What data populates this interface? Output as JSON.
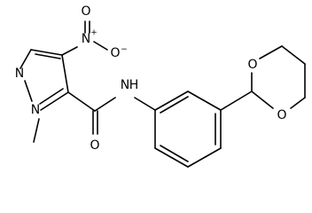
{
  "molecule": {
    "atoms": {
      "n1": "N",
      "n2": "N",
      "n_nitro": "N",
      "o_nitro_top": "O",
      "o_nitro_right": "O",
      "nh": "N",
      "h_amide": "H",
      "o_carbonyl": "O",
      "o_ring_top": "O",
      "o_ring_bottom": "O"
    },
    "charges": {
      "n_nitro": "+",
      "o_nitro_right": "−"
    }
  }
}
